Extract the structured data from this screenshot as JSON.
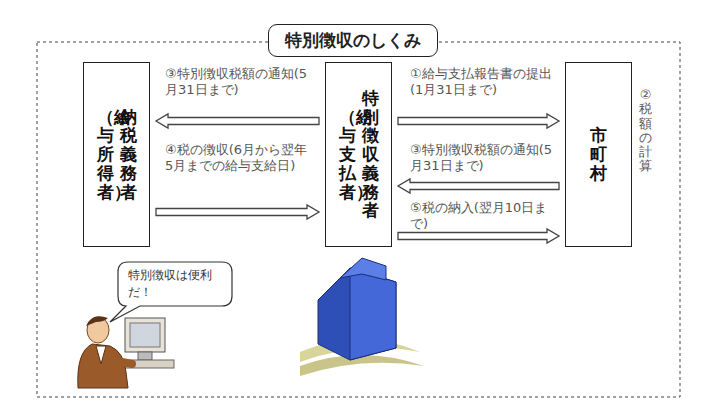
{
  "diagram": {
    "title": "特別徴収のしくみ",
    "nodes": [
      {
        "text": [
          "納税義務者",
          "（給与所得者）"
        ]
      },
      {
        "text": [
          "特別徴収義務者",
          "（給与支払者）"
        ]
      },
      {
        "text": [
          "市町村"
        ]
      }
    ],
    "edges": [
      {
        "from": 1,
        "to": 0,
        "arrow": "to",
        "label": "③特別徴収税額の通知(5月31日まで)"
      },
      {
        "from": 0,
        "to": 1,
        "arrow": "to",
        "label": "④税の徴収(6月から翌年5月までの給与支給日)"
      },
      {
        "from": 1,
        "to": 2,
        "arrow": "to",
        "label": "①給与支払報告書の提出(1月31日まで)"
      },
      {
        "from": 2,
        "to": 1,
        "arrow": "to",
        "label": "③特別徴収税額の通知(5月31日まで)"
      },
      {
        "from": 1,
        "to": 2,
        "arrow": "to",
        "label": "⑤税の納入(翌月10日まで)"
      }
    ],
    "labels": [
      "②税額の計算",
      "特別徴収は便利だ！"
    ]
  }
}
